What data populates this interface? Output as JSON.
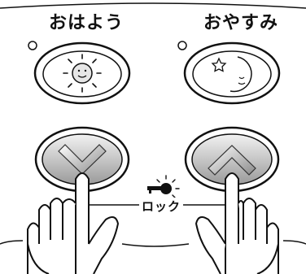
{
  "buttons": {
    "morning_label": "おはよう",
    "night_label": "おやすみ"
  },
  "lock": {
    "label": "ロック"
  }
}
